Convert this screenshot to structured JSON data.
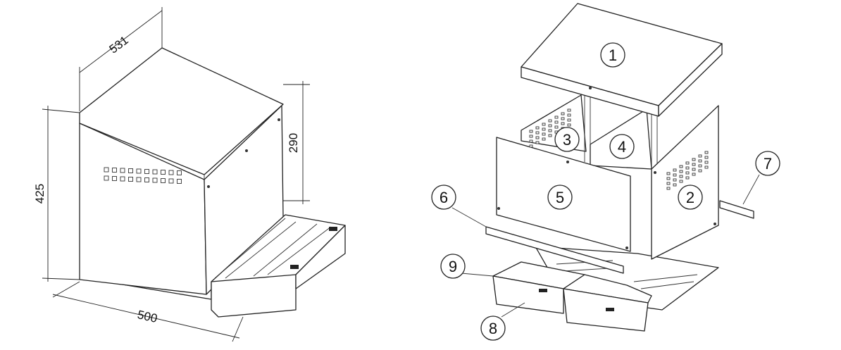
{
  "dimensions": {
    "depth": "531",
    "side_height": "290",
    "height": "425",
    "width": "500"
  },
  "callouts": [
    "1",
    "2",
    "3",
    "4",
    "5",
    "6",
    "7",
    "8",
    "9"
  ]
}
